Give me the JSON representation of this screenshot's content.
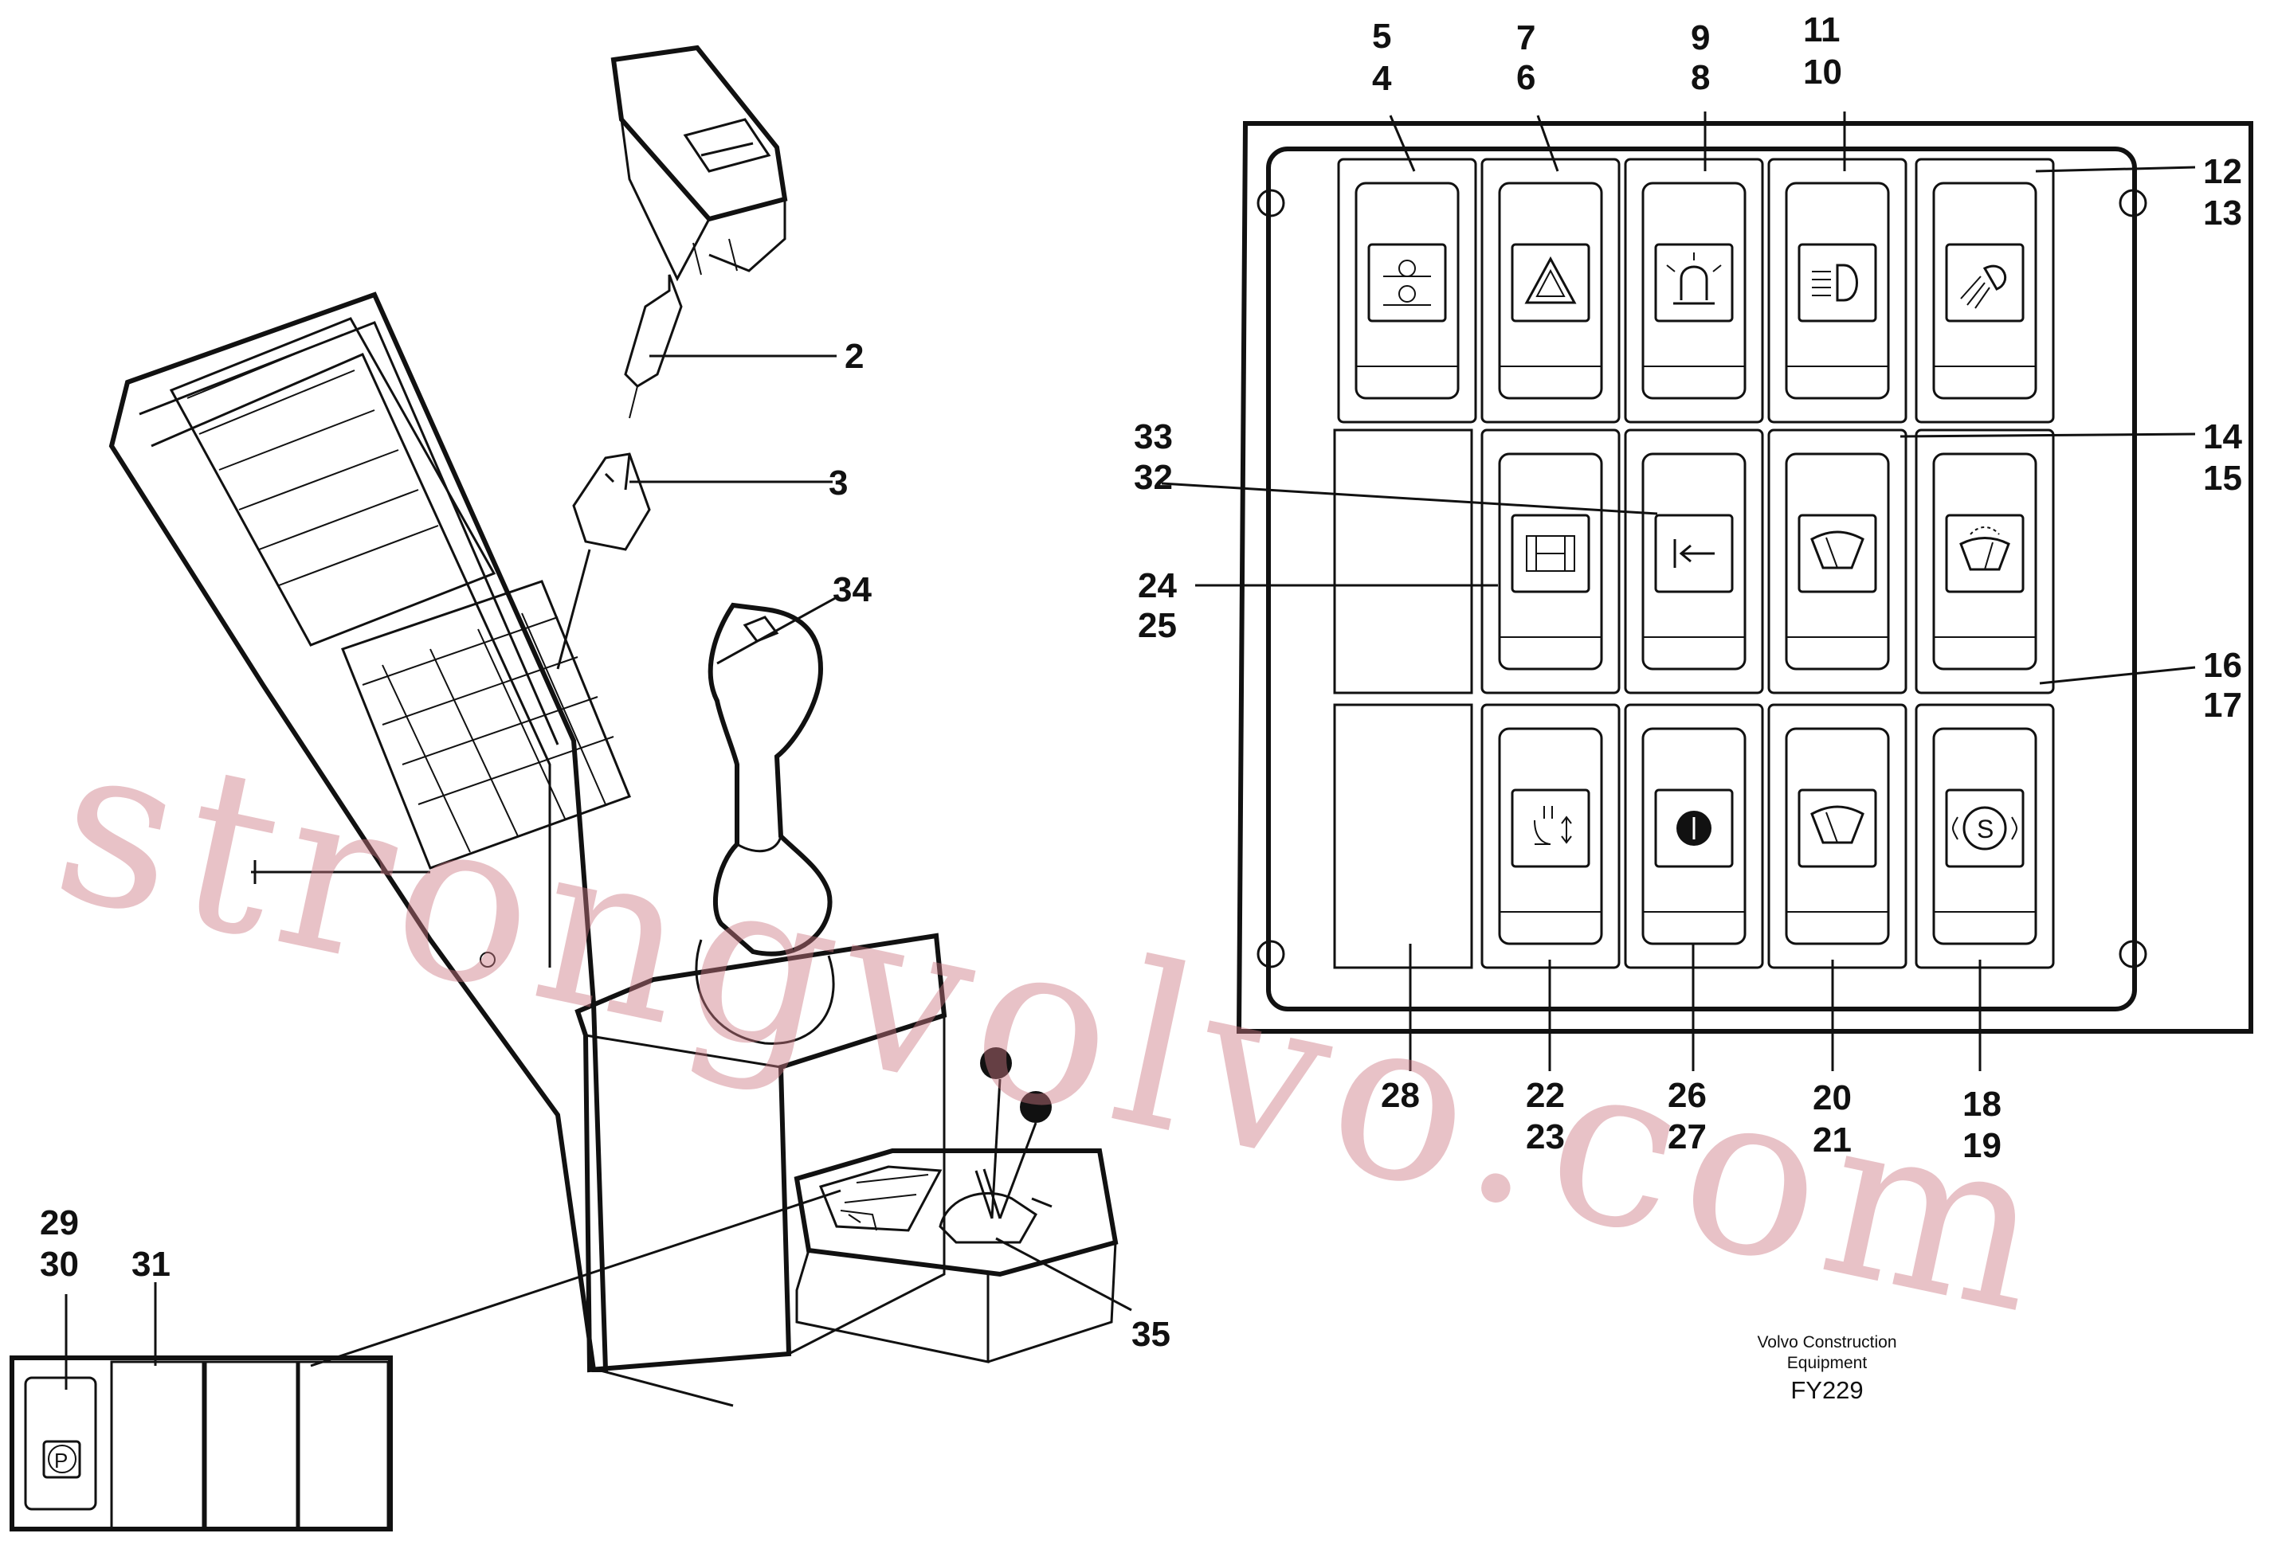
{
  "callouts": {
    "c2": "2",
    "c3": "3",
    "c34": "34",
    "c35": "35",
    "c5": "5",
    "c4": "4",
    "c7": "7",
    "c6": "6",
    "c9": "9",
    "c8": "8",
    "c11": "11",
    "c10": "10",
    "c12": "12",
    "c13": "13",
    "c33": "33",
    "c32": "32",
    "c14": "14",
    "c15": "15",
    "c24": "24",
    "c25": "25",
    "c16": "16",
    "c17": "17",
    "c28": "28",
    "c22": "22",
    "c23": "23",
    "c26": "26",
    "c27": "27",
    "c20": "20",
    "c21": "21",
    "c18": "18",
    "c19": "19",
    "c29": "29",
    "c30": "30",
    "c31": "31"
  },
  "credit": {
    "line1": "Volvo Construction",
    "line2": "Equipment",
    "code": "FY229"
  },
  "watermark": "strongvolvo.com",
  "icons": {
    "r1": [
      "drum-roller-icon",
      "hazard-triangle-icon",
      "rotating-beacon-icon",
      "headlight-icon",
      "work-light-icon"
    ],
    "r2": [
      "empty",
      "differential-lock-icon",
      "arrow-left-icon",
      "front-wiper-icon",
      "rear-wiper-icon"
    ],
    "r3": [
      "empty",
      "vibration-icon",
      "power-icon",
      "wiper-icon",
      "s-circle-icon"
    ],
    "extra": "parking-brake-icon"
  }
}
